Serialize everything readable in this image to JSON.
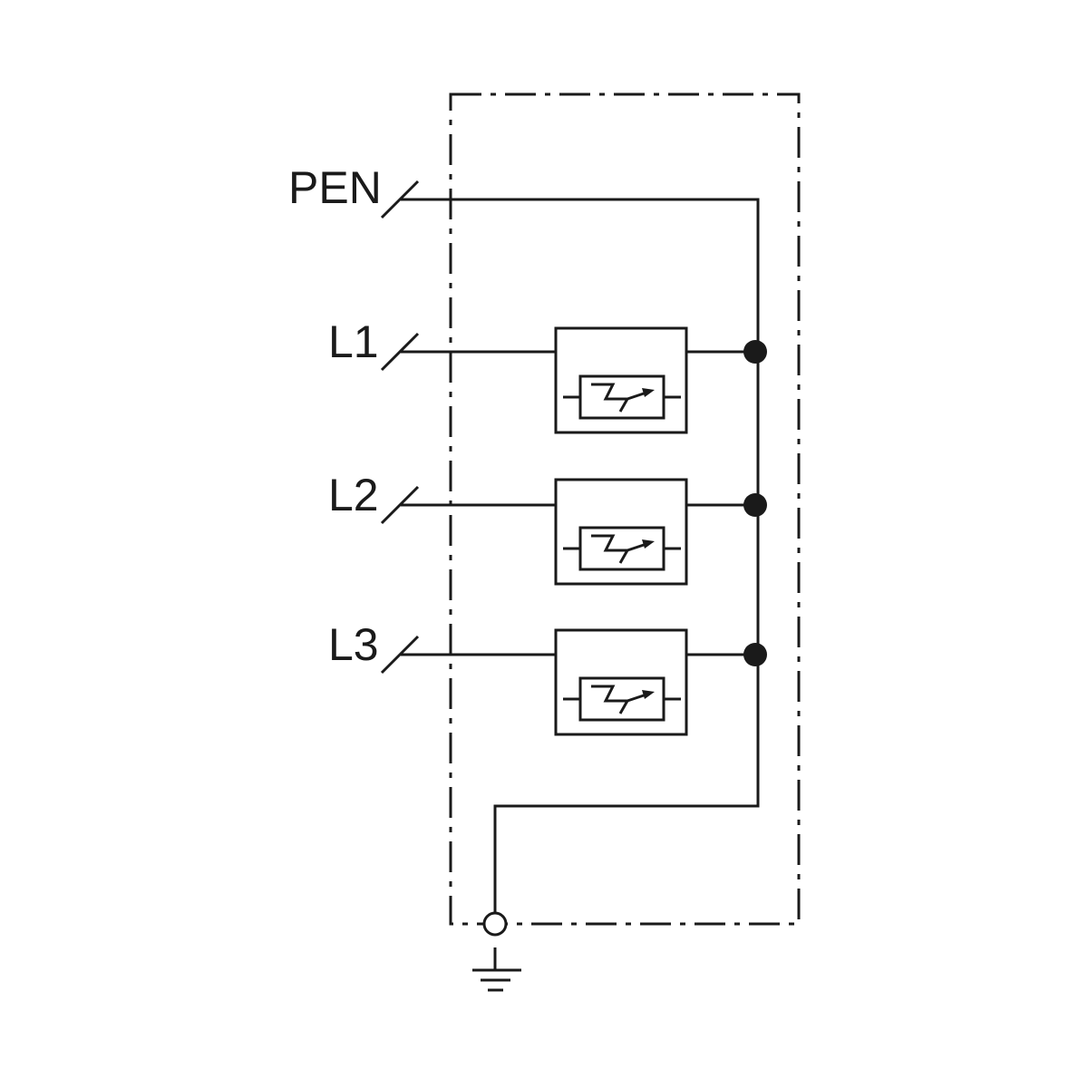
{
  "diagram": {
    "inputs": [
      {
        "id": "pen",
        "label": "PEN"
      },
      {
        "id": "l1",
        "label": "L1"
      },
      {
        "id": "l2",
        "label": "L2"
      },
      {
        "id": "l3",
        "label": "L3"
      }
    ],
    "surge_protectors": [
      {
        "phase": "L1",
        "icon": "surge-arrester-icon"
      },
      {
        "phase": "L2",
        "icon": "surge-arrester-icon"
      },
      {
        "phase": "L3",
        "icon": "surge-arrester-icon"
      }
    ],
    "earth": {
      "icon": "ground-icon"
    },
    "colors": {
      "line": "#1a1a1a",
      "background": "#ffffff"
    }
  }
}
